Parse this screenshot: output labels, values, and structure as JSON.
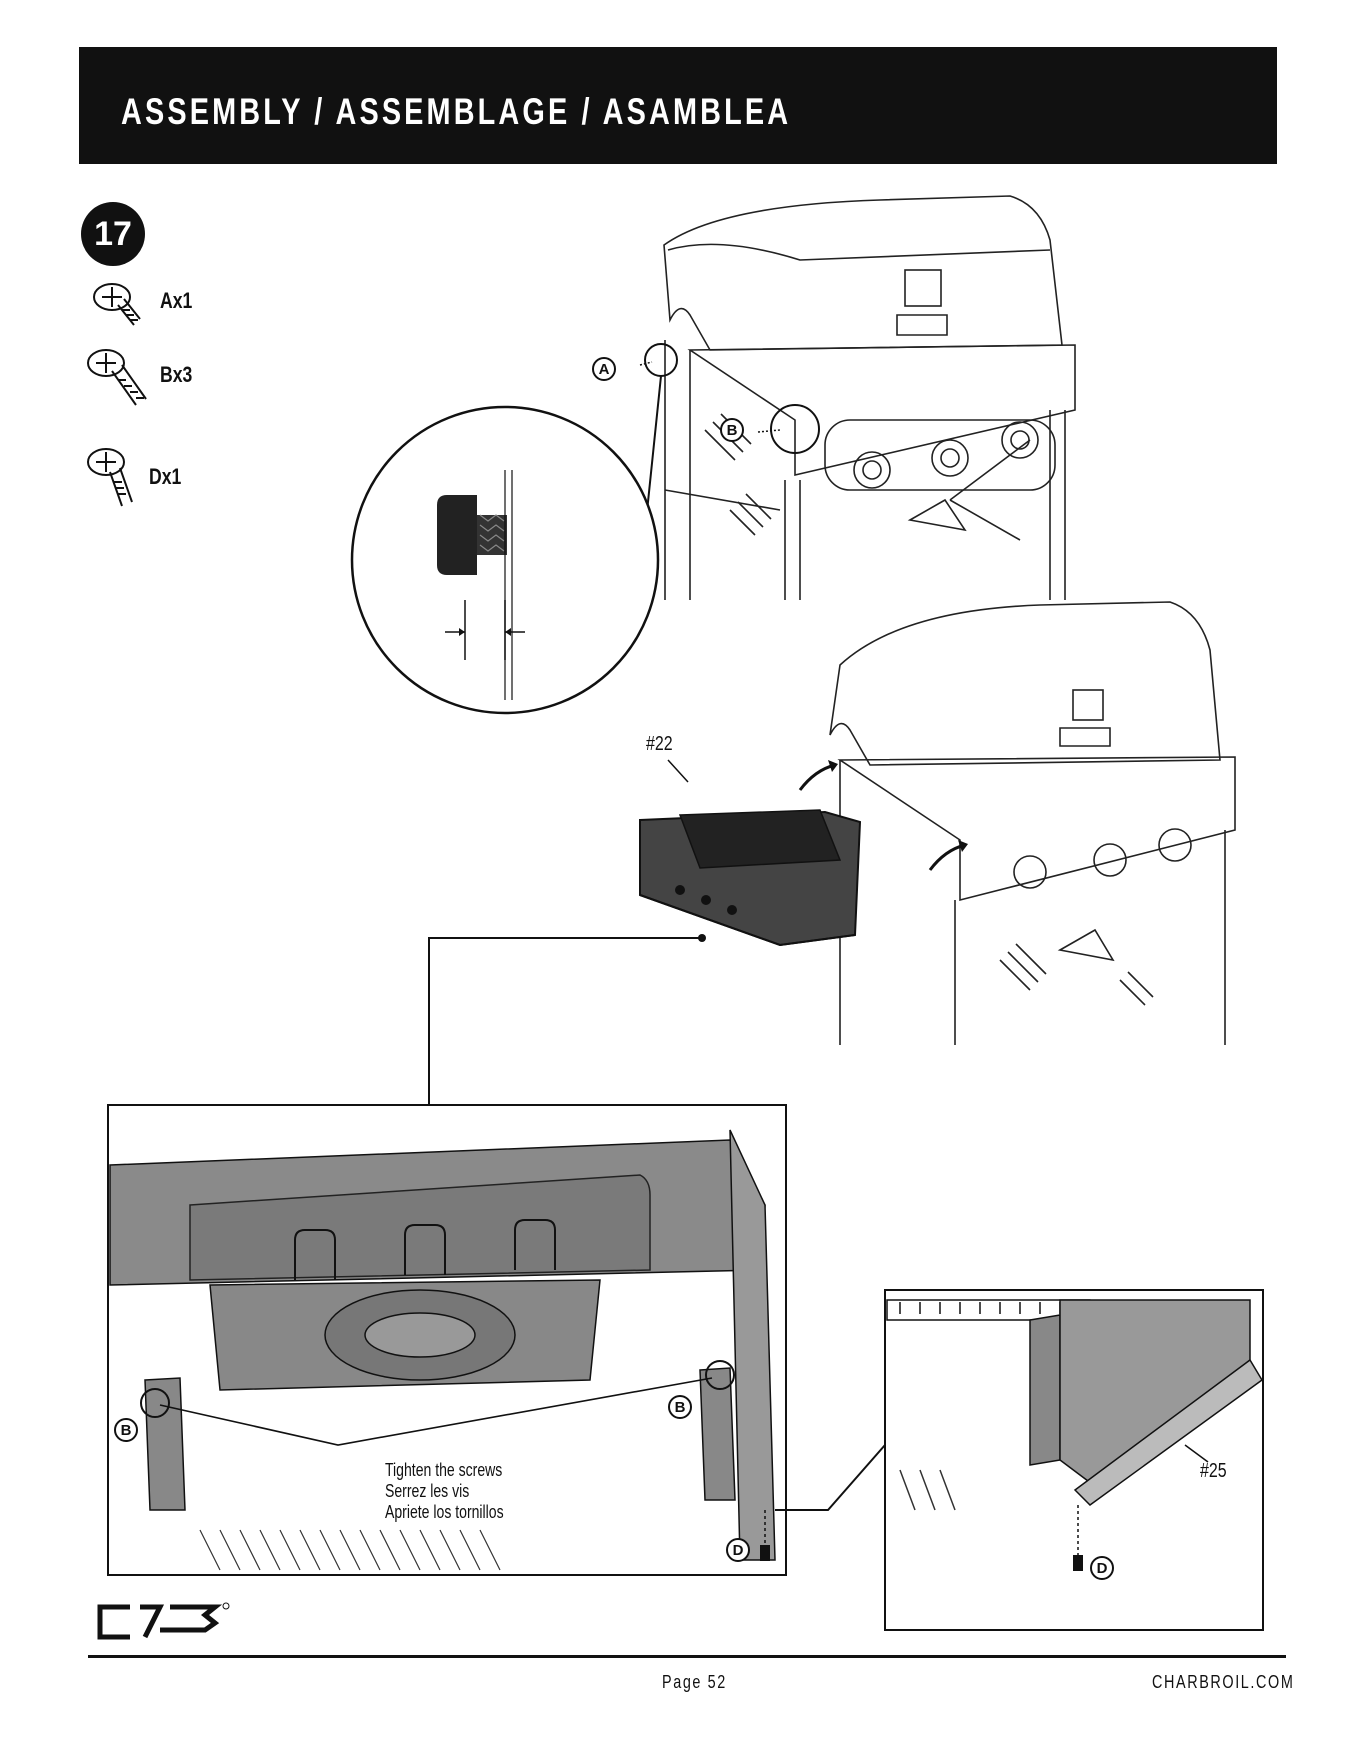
{
  "header": {
    "title": "ASSEMBLY / ASSEMBLAGE / ASAMBLEA"
  },
  "step": {
    "number": "17"
  },
  "parts": [
    {
      "label": "Ax1"
    },
    {
      "label": "Bx3"
    },
    {
      "label": "Dx1"
    }
  ],
  "callouts": {
    "a": "A",
    "b": "B",
    "d": "D",
    "part22": "#22",
    "part25": "#25"
  },
  "instruction": {
    "en": "Tighten the screws",
    "fr": "Serrez les vis",
    "es": "Apriete los tornillos"
  },
  "footer": {
    "page": "Page 52",
    "site": "CHARBROIL.COM"
  }
}
